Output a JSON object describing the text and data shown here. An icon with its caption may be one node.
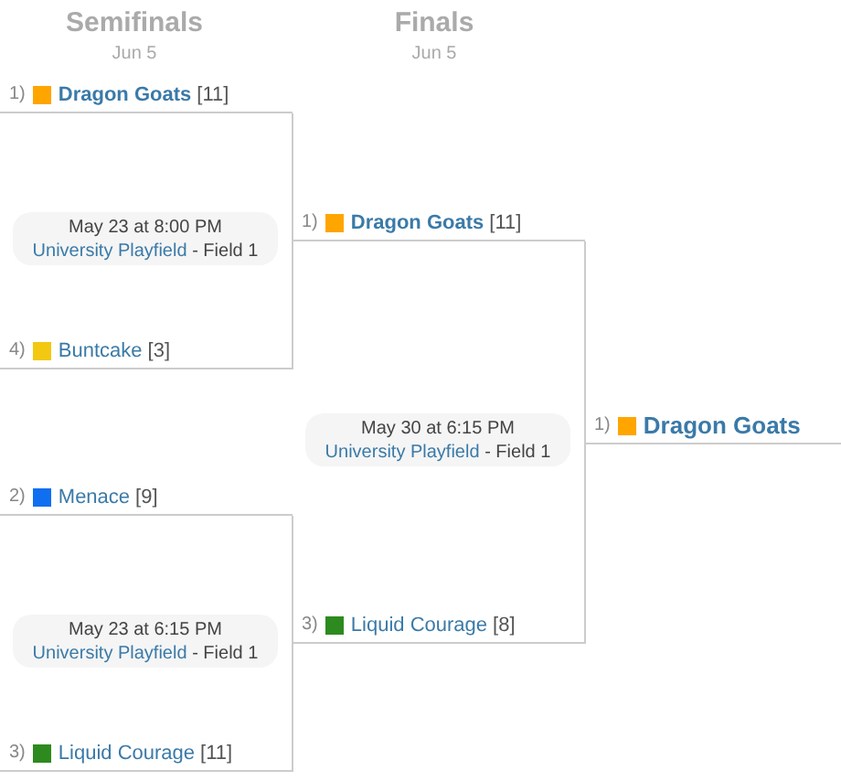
{
  "diagram": {
    "nodes": [
      {
        "text": [
          "1)",
          "Dragon Goats",
          "[11]"
        ]
      },
      {
        "text": [
          "May 23 at 8:00 PM",
          "University Playfield",
          "- Field 1"
        ]
      },
      {
        "text": [
          "1)",
          "Dragon Goats",
          "[11]"
        ]
      },
      {
        "text": [
          "4)",
          "Buntcake",
          "[3]"
        ]
      },
      {
        "text": [
          "May 30 at 6:15 PM",
          "University Playfield",
          "- Field 1"
        ]
      },
      {
        "text": [
          "1)",
          "Dragon Goats"
        ]
      },
      {
        "text": [
          "2)",
          "Menace",
          "[9]"
        ]
      },
      {
        "text": [
          "May 23 at 6:15 PM",
          "University Playfield",
          "- Field 1"
        ]
      },
      {
        "text": [
          "3)",
          "Liquid Courage",
          "[8]"
        ]
      },
      {
        "text": [
          "3)",
          "Liquid Courage",
          "[11]"
        ]
      }
    ],
    "edges": [
      {
        "from": 0,
        "to": 2,
        "arrow": "none"
      },
      {
        "from": 3,
        "to": 2,
        "arrow": "none"
      },
      {
        "from": 6,
        "to": 8,
        "arrow": "none"
      },
      {
        "from": 9,
        "to": 8,
        "arrow": "none"
      },
      {
        "from": 2,
        "to": 5,
        "arrow": "none"
      },
      {
        "from": 8,
        "to": 5,
        "arrow": "none"
      }
    ],
    "labels": [
      "Semifinals",
      "Jun 5",
      "Finals",
      "Jun 5"
    ]
  }
}
